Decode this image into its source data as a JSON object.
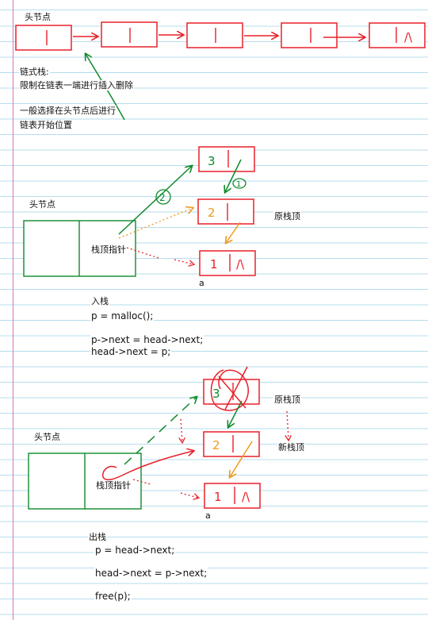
{
  "colors": {
    "red": "#e8202a",
    "green": "#0e8a2a",
    "orange": "#f09a1c",
    "rule": "#b6dcee",
    "margin": "#e46fb0"
  },
  "top": {
    "head_label": "头节点",
    "desc": {
      "line1": "链式栈:",
      "line2": "限制在链表一端进行插入删除",
      "line3": "一般选择在头节点后进行",
      "line4": "链表开始位置"
    },
    "null_mark": "/\\"
  },
  "push": {
    "head_label": "头节点",
    "top_ptr_label": "栈顶指针",
    "old_top_label": "原栈顶",
    "node_a_label": "a",
    "node_values": [
      "3",
      "2",
      "1"
    ],
    "null_mark": "/\\",
    "step_marks": [
      "2",
      "1"
    ],
    "section_title": "入栈",
    "code": [
      "p = malloc();",
      "p->next = head->next;",
      "head->next = p;"
    ]
  },
  "pop": {
    "head_label": "头节点",
    "top_ptr_label": "栈顶指针",
    "old_top_label": "原栈顶",
    "new_top_label": "新栈顶",
    "node_a_label": "a",
    "node_values": [
      "3",
      "2",
      "1"
    ],
    "null_mark": "/\\",
    "section_title": "出栈",
    "code": [
      "p = head->next;",
      "head->next = p->next;",
      "free(p);"
    ]
  }
}
